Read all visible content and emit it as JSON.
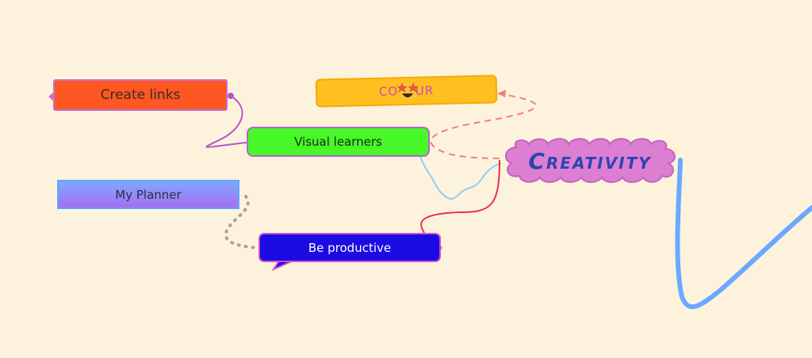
{
  "nodes": {
    "create_links": "Create links",
    "colour": "COLOUR",
    "visual_learners": "Visual learners",
    "my_planner": "My Planner",
    "be_productive": "Be productive",
    "creativity": "Creativity"
  },
  "colors": {
    "background": "#fdf3dc",
    "create_links_fill": "#ff5722",
    "colour_fill": "#ffbf1f",
    "visual_learners_fill": "#47f727",
    "be_productive_fill": "#1b0ce3",
    "creativity_fill": "#dc7fd3",
    "blue_stroke": "#6aa9ff"
  },
  "icons": {
    "emoji": "star-struck-emoji-icon"
  }
}
